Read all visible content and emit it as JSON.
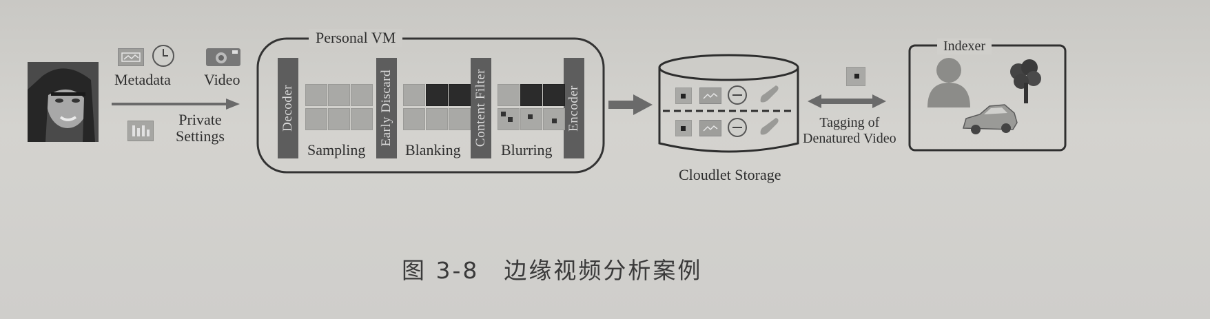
{
  "figure": {
    "inputs": {
      "metadata": "Metadata",
      "video": "Video",
      "private_settings": "Private\nSettings"
    },
    "personal_vm": {
      "title": "Personal VM",
      "stages": [
        "Decoder",
        "Early Discard",
        "Content Filter",
        "Encoder"
      ],
      "operations": [
        "Sampling",
        "Blanking",
        "Blurring"
      ]
    },
    "storage": {
      "label": "Cloudlet Storage"
    },
    "tagging": {
      "label": "Tagging of\nDenatured Video"
    },
    "indexer": {
      "title": "Indexer"
    }
  },
  "caption": "图 3-8　边缘视频分析案例",
  "colors": {
    "frame": "#5d5d5d",
    "background": "#d1d0cc",
    "ink": "#2b2b2b"
  }
}
